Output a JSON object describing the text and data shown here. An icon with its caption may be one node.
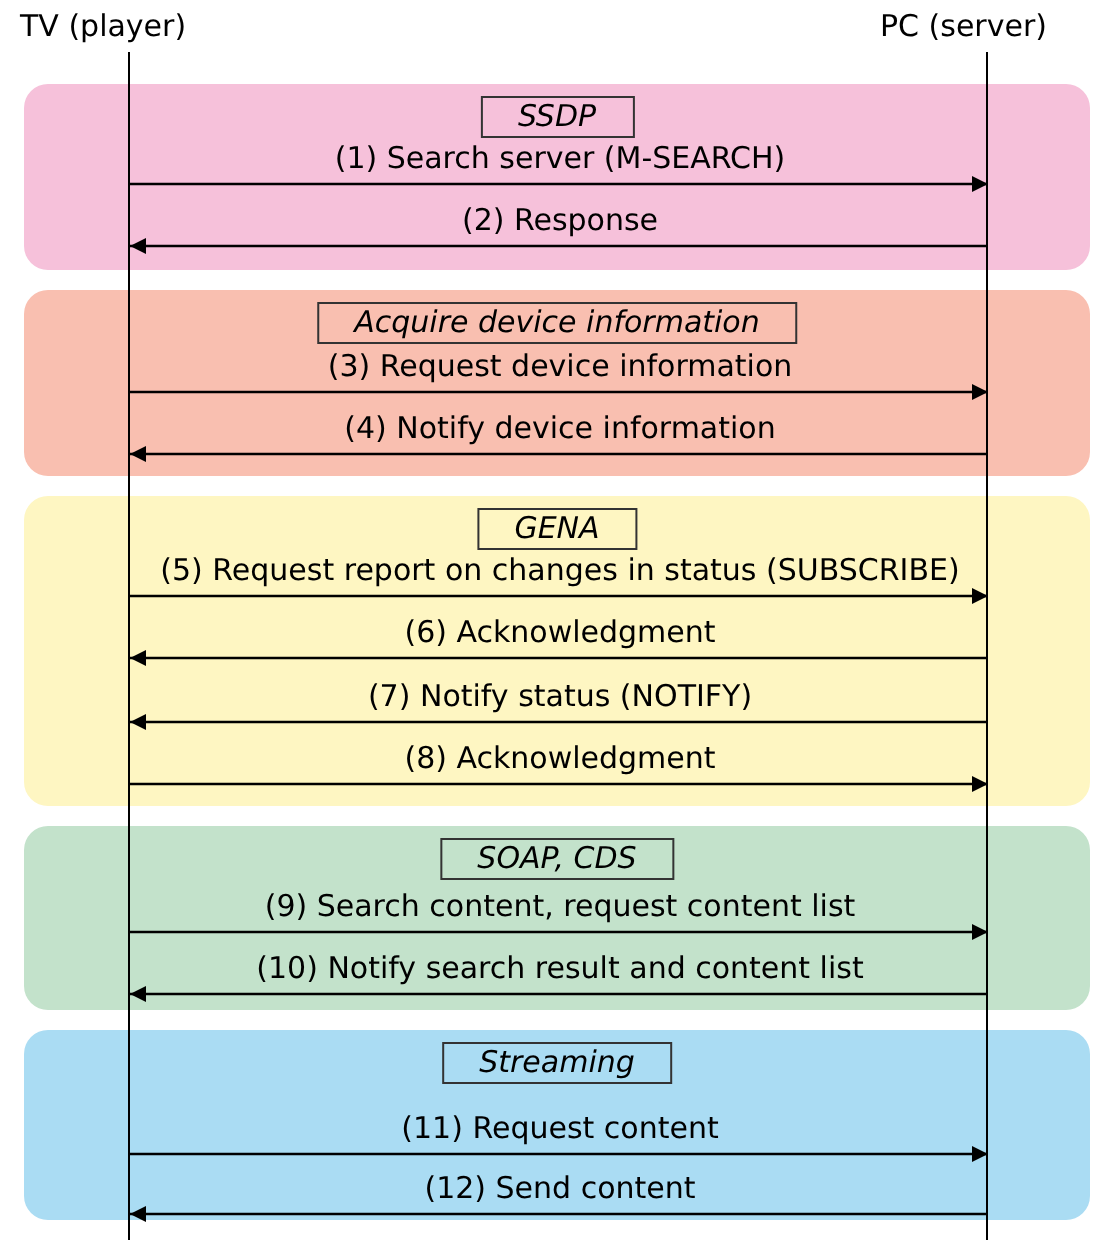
{
  "diagram": {
    "nodes": [
      {
        "text": [
          "TV (player)"
        ]
      },
      {
        "text": [
          "PC (server)"
        ]
      },
      {
        "text": [
          "SSDP"
        ]
      },
      {
        "text": [
          "Acquire device information"
        ]
      },
      {
        "text": [
          "GENA"
        ]
      },
      {
        "text": [
          "SOAP, CDS"
        ]
      },
      {
        "text": [
          "Streaming"
        ]
      }
    ],
    "edges": [
      {
        "from": 0,
        "to": 1,
        "arrow": "to",
        "label": "(1) Search server (M-SEARCH)"
      },
      {
        "from": 1,
        "to": 0,
        "arrow": "to",
        "label": "(2) Response"
      },
      {
        "from": 0,
        "to": 1,
        "arrow": "to",
        "label": "(3) Request device information"
      },
      {
        "from": 1,
        "to": 0,
        "arrow": "to",
        "label": "(4) Notify device information"
      },
      {
        "from": 0,
        "to": 1,
        "arrow": "to",
        "label": "(5) Request report on changes in status (SUBSCRIBE)"
      },
      {
        "from": 1,
        "to": 0,
        "arrow": "to",
        "label": "(6) Acknowledgment"
      },
      {
        "from": 1,
        "to": 0,
        "arrow": "to",
        "label": "(7) Notify status (NOTIFY)"
      },
      {
        "from": 0,
        "to": 1,
        "arrow": "to",
        "label": "(8) Acknowledgment"
      },
      {
        "from": 0,
        "to": 1,
        "arrow": "to",
        "label": "(9) Search content, request content list"
      },
      {
        "from": 1,
        "to": 0,
        "arrow": "to",
        "label": "(10) Notify search result and content list"
      },
      {
        "from": 0,
        "to": 1,
        "arrow": "to",
        "label": "(11) Request content"
      },
      {
        "from": 1,
        "to": 0,
        "arrow": "to",
        "label": "(12) Send content"
      }
    ]
  }
}
